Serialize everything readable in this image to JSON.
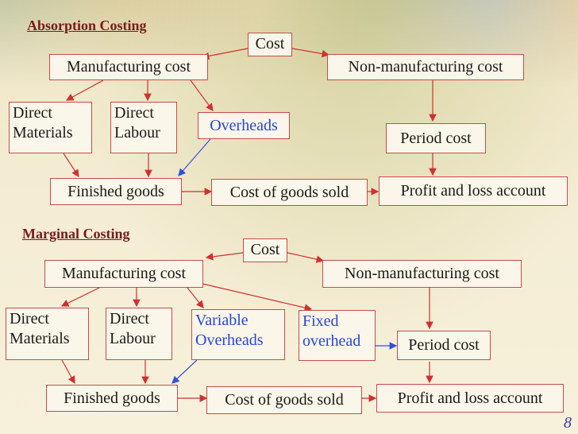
{
  "absorption": {
    "heading": "Absorption Costing",
    "cost": "Cost",
    "manufacturing_cost": "Manufacturing cost",
    "non_manufacturing_cost": "Non-manufacturing cost",
    "direct_materials": [
      "Direct",
      "Materials"
    ],
    "direct_labour": [
      "Direct",
      "Labour"
    ],
    "overheads": "Overheads",
    "period_cost": "Period cost",
    "finished_goods": "Finished goods",
    "cost_of_goods_sold": "Cost of goods sold",
    "profit_and_loss": "Profit and loss account"
  },
  "marginal": {
    "heading": "Marginal Costing",
    "cost": "Cost",
    "manufacturing_cost": "Manufacturing cost",
    "non_manufacturing_cost": "Non-manufacturing cost",
    "direct_materials": [
      "Direct",
      "Materials"
    ],
    "direct_labour": [
      "Direct",
      "Labour"
    ],
    "variable_overheads": [
      "Variable",
      "Overheads"
    ],
    "fixed_overhead": [
      "Fixed",
      "overhead"
    ],
    "period_cost": "Period cost",
    "finished_goods": "Finished goods",
    "cost_of_goods_sold": "Cost of goods sold",
    "profit_and_loss": "Profit and loss account"
  },
  "page_number": "8",
  "colors": {
    "box_border": "#c84b4b",
    "arrow_red": "#d03030",
    "arrow_blue": "#3050e0",
    "overhead_text": "#2746d6",
    "heading": "#7a1a1a"
  }
}
